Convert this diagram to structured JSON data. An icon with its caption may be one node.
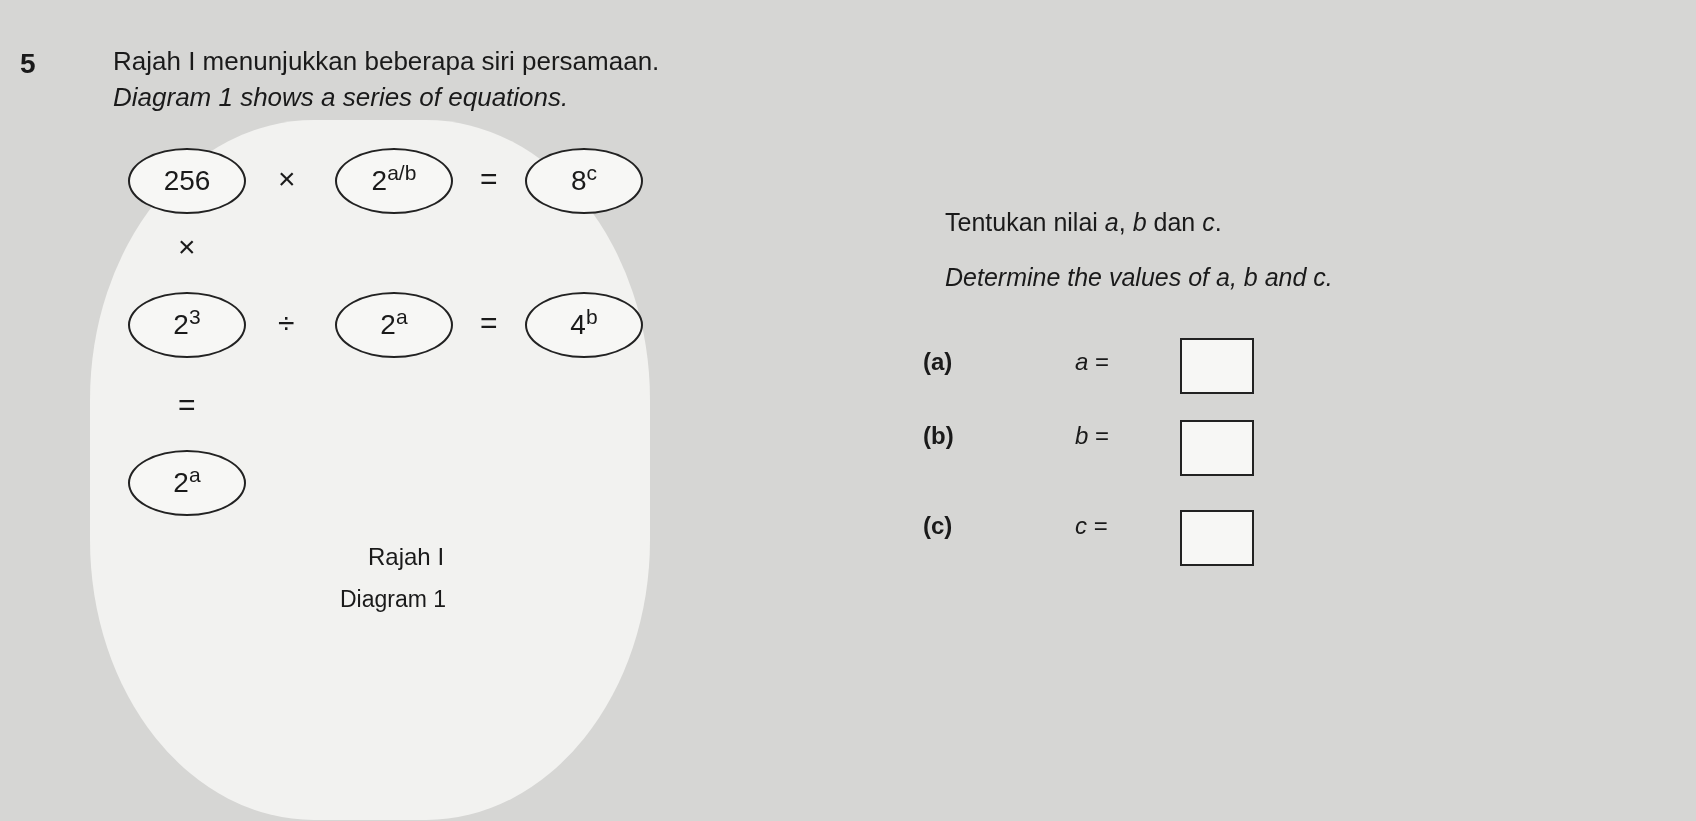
{
  "diagram": {
    "nodes": [
      {
        "text": [
          "256"
        ]
      },
      {
        "text": [
          "2$^{a/b}$"
        ]
      },
      {
        "text": [
          "8$^{c}$"
        ]
      },
      {
        "text": [
          "2$^{3}$"
        ]
      },
      {
        "text": [
          "2$^{a}$"
        ]
      },
      {
        "text": [
          "4$^{b}$"
        ]
      },
      {
        "text": [
          "2$^{a}$"
        ]
      }
    ],
    "labels": [
      "5",
      "Rajah I menunjukkan beberapa siri persamaan.",
      "Diagram 1 shows a series of equations.",
      "×",
      "=",
      "×",
      "÷",
      "=",
      "=",
      "Tentukan nilai *a*, *b* dan *c*.",
      "Determine the values of *a*, *b* and *c*.",
      "(a)",
      "*a* =",
      "(b)",
      "*b* =",
      "(c)",
      "*c* =",
      "Rajah I",
      "Diagram 1"
    ]
  }
}
